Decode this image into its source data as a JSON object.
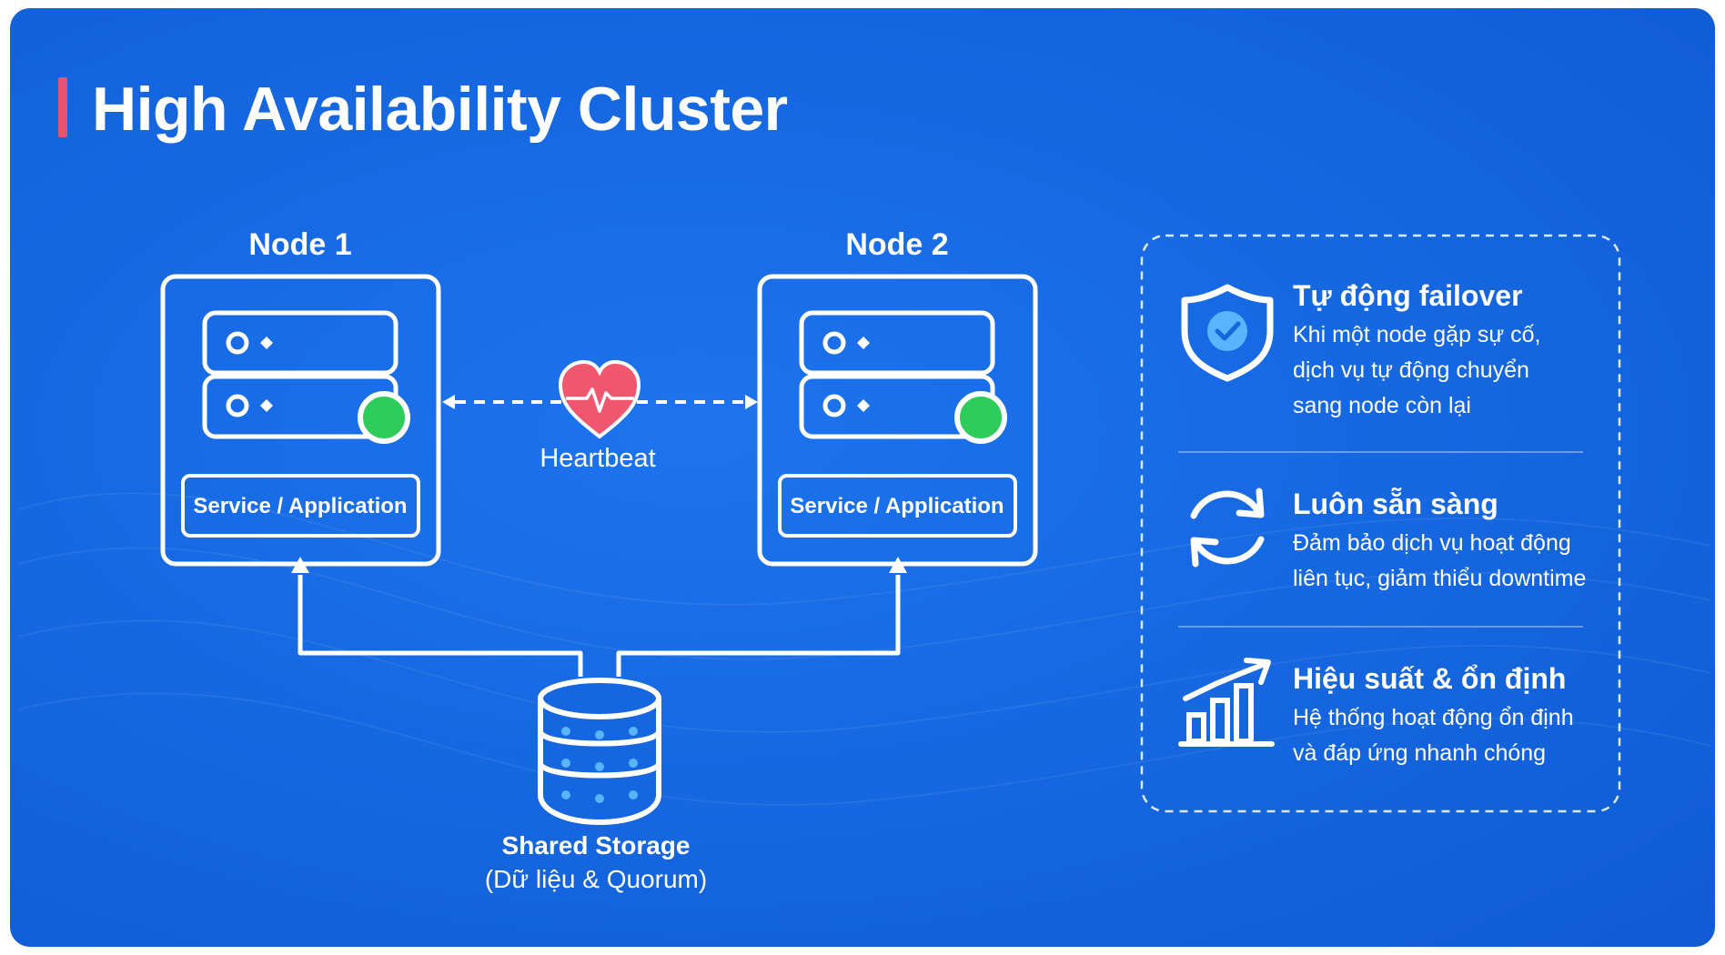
{
  "title": "High Availability Cluster",
  "colors": {
    "background": "#1566df",
    "accent": "#e8546f",
    "status_online": "#2ecc5a",
    "heart": "#f0576f",
    "line": "#ffffff"
  },
  "nodes": [
    {
      "name": "Node 1",
      "service_label": "Service / Application",
      "status": "online"
    },
    {
      "name": "Node 2",
      "service_label": "Service / Application",
      "status": "online"
    }
  ],
  "heartbeat": {
    "label": "Heartbeat",
    "icon": "heart-pulse-icon"
  },
  "storage": {
    "label": "Shared Storage",
    "sublabel": "(Dữ liệu & Quorum)",
    "icon": "database-icon"
  },
  "features": [
    {
      "icon": "shield-check-icon",
      "title": "Tự động failover",
      "lines": [
        "Khi một node gặp sự cố,",
        "dịch vụ tự động chuyển",
        "sang node còn lại"
      ]
    },
    {
      "icon": "refresh-icon",
      "title": "Luôn sẵn sàng",
      "lines": [
        "Đảm bảo dịch vụ hoạt động",
        "liên tục, giảm thiểu downtime"
      ]
    },
    {
      "icon": "growth-chart-icon",
      "title": "Hiệu suất & ổn định",
      "lines": [
        "Hệ thống hoạt động ổn định",
        "và đáp ứng nhanh chóng"
      ]
    }
  ]
}
